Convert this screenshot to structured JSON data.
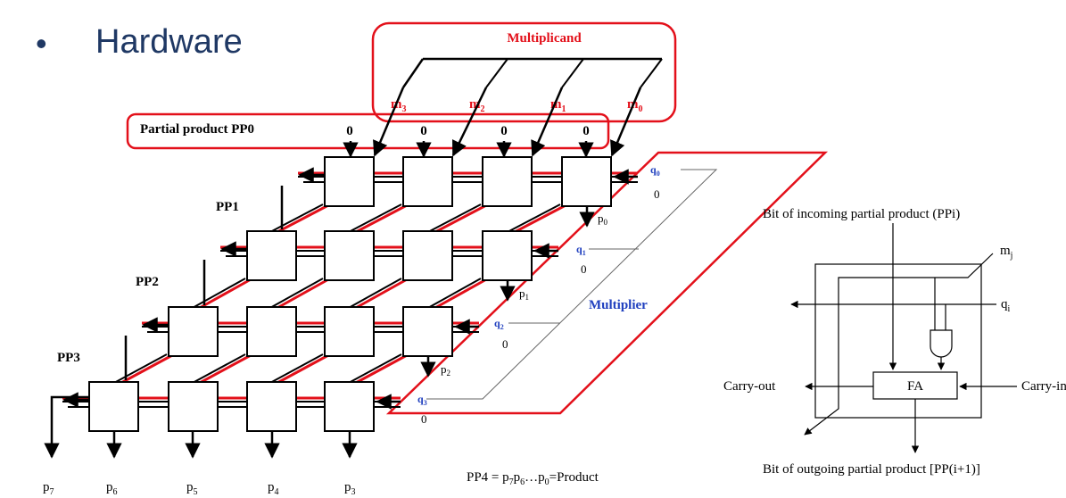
{
  "header": {
    "bullet": "•",
    "title": "Hardware"
  },
  "array": {
    "multiplicand_label": "Multiplicand",
    "multiplicand_bits": [
      "m3",
      "m2",
      "m1",
      "m0"
    ],
    "partial_product_label": "Partial product PP0",
    "pp0_bits": [
      "0",
      "0",
      "0",
      "0"
    ],
    "row_labels": [
      "PP1",
      "PP2",
      "PP3"
    ],
    "multiplier_label": "Multiplier",
    "multiplier_bits": [
      "q0",
      "q1",
      "q2",
      "q3"
    ],
    "carry_in_zero": "0",
    "side_outputs": [
      "p0",
      "p1",
      "p2"
    ],
    "bottom_outputs": [
      "p7",
      "p6",
      "p5",
      "p4",
      "p3"
    ],
    "result_text": "PP4 = p7p6…p0=Product"
  },
  "cell_detail": {
    "incoming": "Bit of incoming partial product (PPi)",
    "mj": "mj",
    "qi": "qi",
    "carry_out": "Carry-out",
    "carry_in": "Carry-in",
    "fa": "FA",
    "outgoing": "Bit of outgoing partial product [PP(i+1)]"
  },
  "colors": {
    "title": "#1f3864",
    "red": "#e3101a",
    "blue": "#1f3fbf",
    "black": "#000000"
  }
}
